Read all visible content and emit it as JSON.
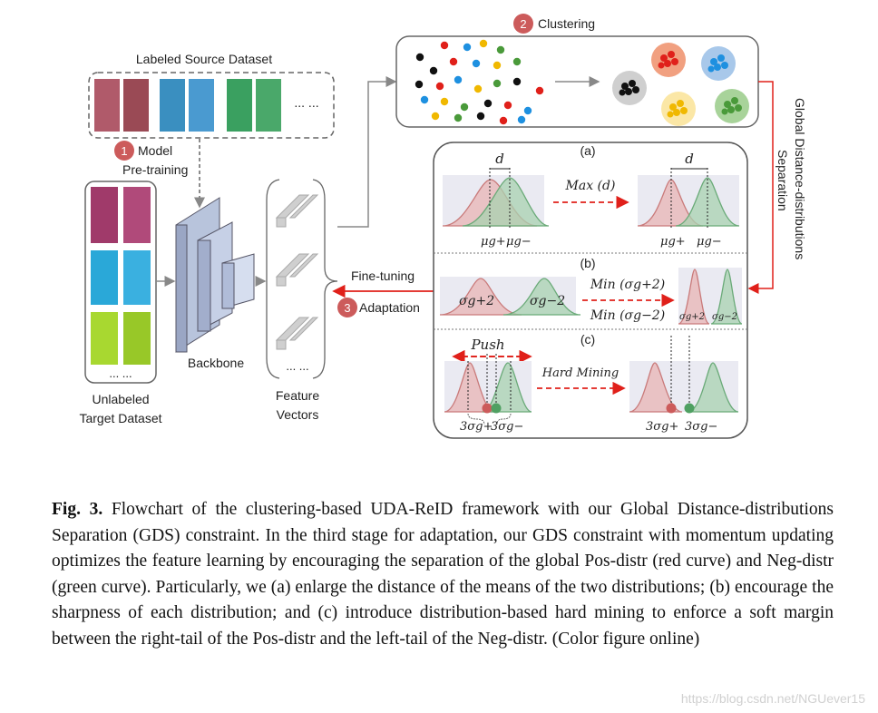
{
  "figure": {
    "labeled_source": "Labeled Source Dataset",
    "step1_num": "1",
    "step1_line1": "Model",
    "step1_line2": "Pre-training",
    "step2_num": "2",
    "step2_label": "Clustering",
    "step3_num": "3",
    "step3_label": "Adaptation",
    "finetuning": "Fine-tuning",
    "backbone": "Backbone",
    "unlabeled_line1": "Unlabeled",
    "unlabeled_line2": "Target Dataset",
    "feature_line1": "Feature",
    "feature_line2": "Vectors",
    "dots": "... ...",
    "gds_line1": "Global Distance-distributions",
    "gds_line2": "Separation",
    "panel_a": "(a)",
    "panel_b": "(b)",
    "panel_c": "(c)",
    "d_label": "d",
    "max_d": "Max (d)",
    "min_pos": "Min (σg+2)",
    "min_neg": "Min (σg−2)",
    "push": "Push",
    "hard_mining": "Hard Mining",
    "mu_pos": "μg+",
    "mu_neg": "μg−",
    "sigma_pos2": "σg+2",
    "sigma_neg2": "σg−2",
    "three_sigma_pos": "3σg+",
    "three_sigma_neg": "3σg−"
  },
  "caption": {
    "label": "Fig. 3.",
    "text": "Flowchart of the clustering-based UDA-ReID framework with our Global Distance-distributions Separation (GDS) constraint. In the third stage for adaptation, our GDS constraint with momentum updating optimizes the feature learning by encouraging the separation of the global Pos-distr (red curve) and Neg-distr (green curve). Particularly, we (a) enlarge the distance of the means of the two distributions; (b) encourage the sharpness of each distribution; and (c) introduce distribution-based hard mining to enforce a soft margin between the right-tail of the Pos-distr and the left-tail of the Neg-distr. (Color figure online)"
  },
  "watermark": "https://blog.csdn.net/NGUever15",
  "colors": {
    "step_badge": "#cc5b5b",
    "red_arrow": "#e0201a",
    "pos_curve": "#c97a7a",
    "neg_curve": "#6aaa78"
  }
}
